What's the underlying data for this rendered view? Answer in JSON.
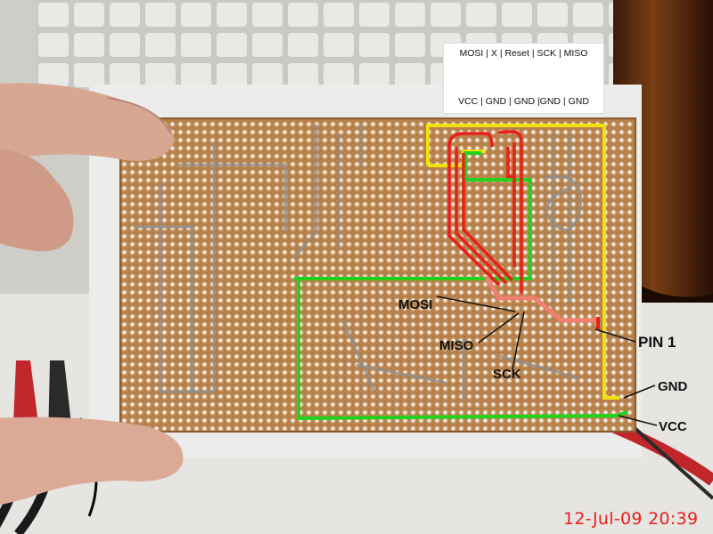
{
  "pinout": {
    "top_row": "MOSI | X | Reset | SCK | MISO",
    "bottom_row": "VCC | GND | GND |GND | GND"
  },
  "labels": {
    "mosi": "MOSI",
    "miso": "MISO",
    "sck": "SCK",
    "pin1": "PIN 1",
    "gnd": "GND",
    "vcc": "VCC"
  },
  "timestamp": "12-Jul-09 20:39",
  "colors": {
    "board": "#b8834f",
    "trace_gnd": "#22d21e",
    "trace_vcc": "#f2e20c",
    "trace_signal": "#e8201a",
    "trace_pin1": "#f08070",
    "timestamp": "#e8201a"
  },
  "icons": [
    "isp-header-icon",
    "finger-icon",
    "keyboard-icon",
    "mug-icon",
    "alligator-clip-icon"
  ]
}
